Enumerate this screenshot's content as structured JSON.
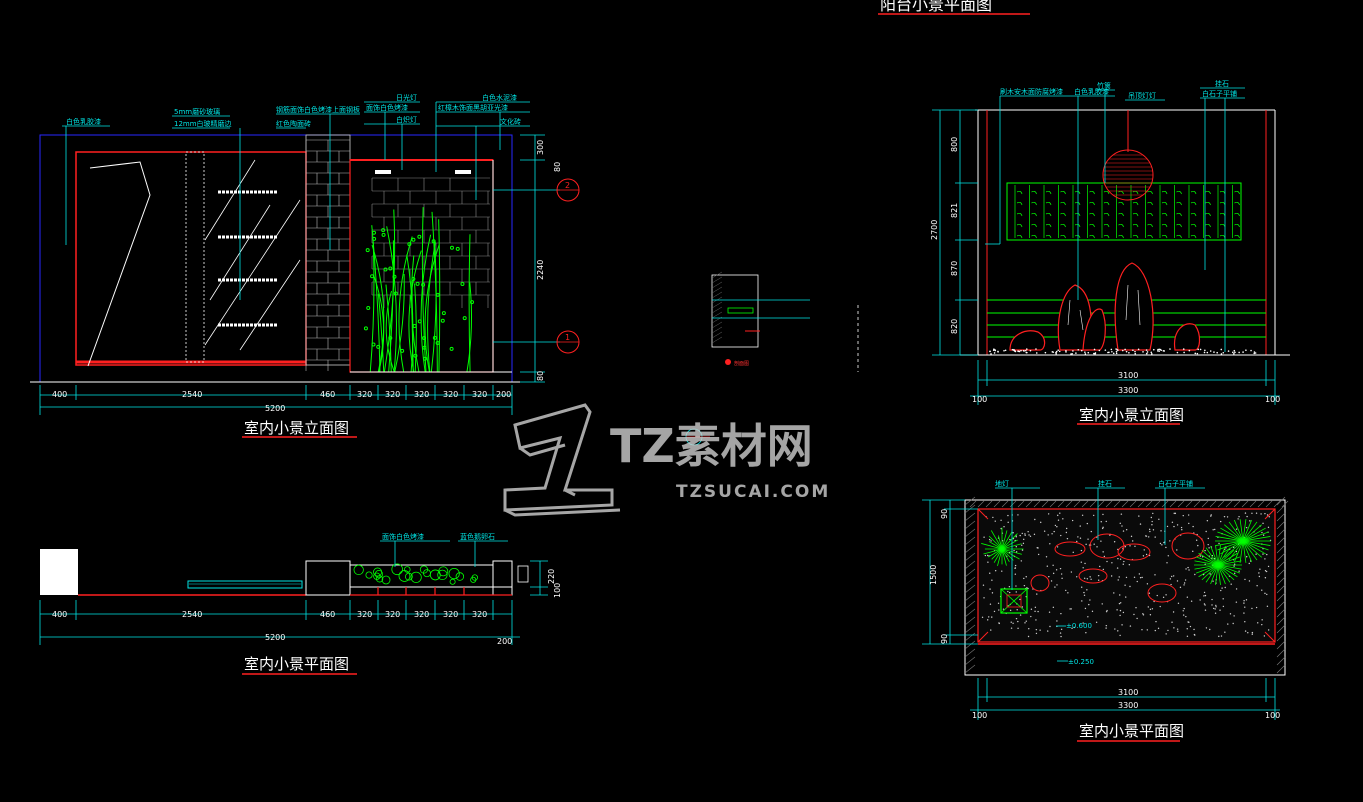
{
  "titles": {
    "top_partial": "阳台小景平面图",
    "left_elevation": "室内小景立面图",
    "left_plan": "室内小景平面图",
    "right_elevation": "室内小景立面图",
    "right_plan": "室内小景平面图"
  },
  "left_elevation": {
    "notes": [
      "白色乳胶漆",
      "5mm磨砂玻璃",
      "12mm白玻精磨边",
      "钢筋面饰白色烤漆上面钢板",
      "红色陶面砖",
      "日光灯",
      "面饰白色烤漆",
      "白炽灯",
      "白色水泥漆",
      "红樟木饰面黑胡亚光漆",
      "文化砖"
    ],
    "dims_bottom": [
      "400",
      "2540",
      "460",
      "320",
      "320",
      "320",
      "320",
      "320",
      "200"
    ],
    "dim_total": "5200",
    "dims_right": [
      "300",
      "2240",
      "80"
    ],
    "dim_right_small": "80",
    "markers": [
      "2",
      "1"
    ]
  },
  "left_plan": {
    "notes": [
      "面饰白色烤漆",
      "蓝色鹅卵石"
    ],
    "dims_bottom": [
      "400",
      "2540",
      "460",
      "320",
      "320",
      "320",
      "320",
      "320"
    ],
    "dim_total": "5200",
    "dim_end": "200",
    "dims_right": [
      "220",
      "100"
    ]
  },
  "detail": {
    "label": "剖面图"
  },
  "right_elevation": {
    "notes": [
      "刷木安木面防腐烤漆",
      "白色乳胶漆",
      "竹篱",
      "吊顶灯灯",
      "挂石",
      "白石子平铺"
    ],
    "dims_left": [
      "2700",
      "800",
      "821",
      "870",
      "820"
    ],
    "dims_bottom": [
      "3100",
      "3300"
    ],
    "dims_edge": [
      "100",
      "100"
    ]
  },
  "right_plan": {
    "notes": [
      "地灯",
      "挂石",
      "白石子平铺"
    ],
    "dims_left": [
      "1500",
      "90",
      "90"
    ],
    "dims_bottom": [
      "3100",
      "3300"
    ],
    "dims_edge": [
      "100",
      "100"
    ],
    "level_marks": [
      "±0.600",
      "±0.250"
    ]
  },
  "watermark": {
    "logo": "TZ素材网",
    "url": "TZSUCAI.COM"
  },
  "colors": {
    "background": "#000000",
    "cad_red": "#ff2020",
    "cad_cyan": "#00e5e5",
    "cad_green": "#00ff00",
    "cad_white": "#ffffff",
    "cad_blue": "#2828ff"
  }
}
